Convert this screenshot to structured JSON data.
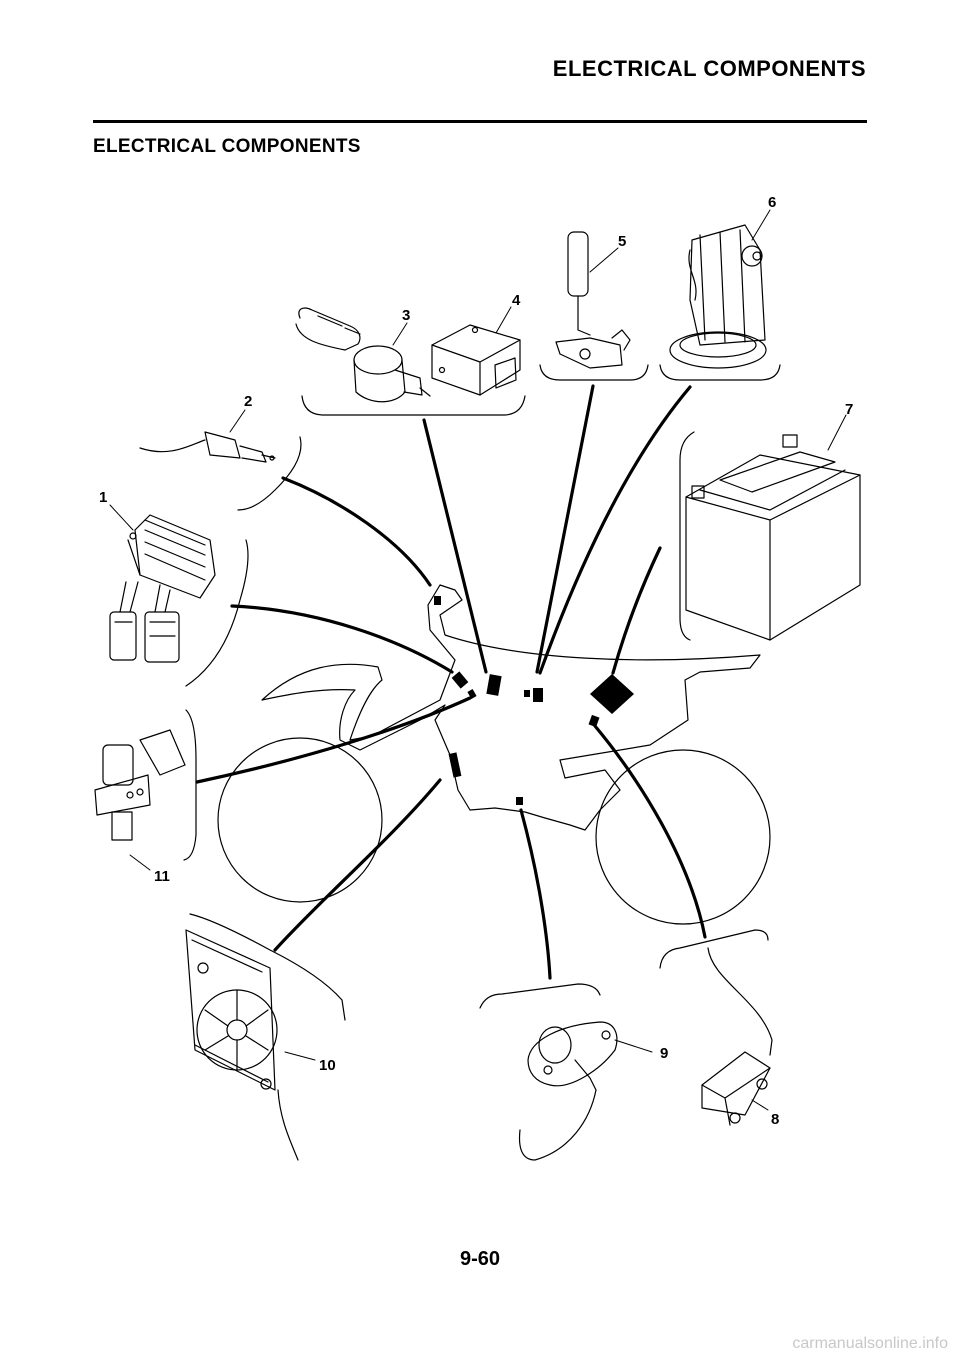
{
  "header": {
    "title": "ELECTRICAL COMPONENTS"
  },
  "section": {
    "title": "ELECTRICAL COMPONENTS"
  },
  "callouts": [
    "1",
    "2",
    "3",
    "4",
    "5",
    "6",
    "7",
    "8",
    "9",
    "10",
    "11"
  ],
  "page_number": "9-60",
  "watermark": "carmanualsonline.info",
  "colors": {
    "ink": "#000000",
    "watermark": "#c8c8c8",
    "background": "#ffffff"
  }
}
